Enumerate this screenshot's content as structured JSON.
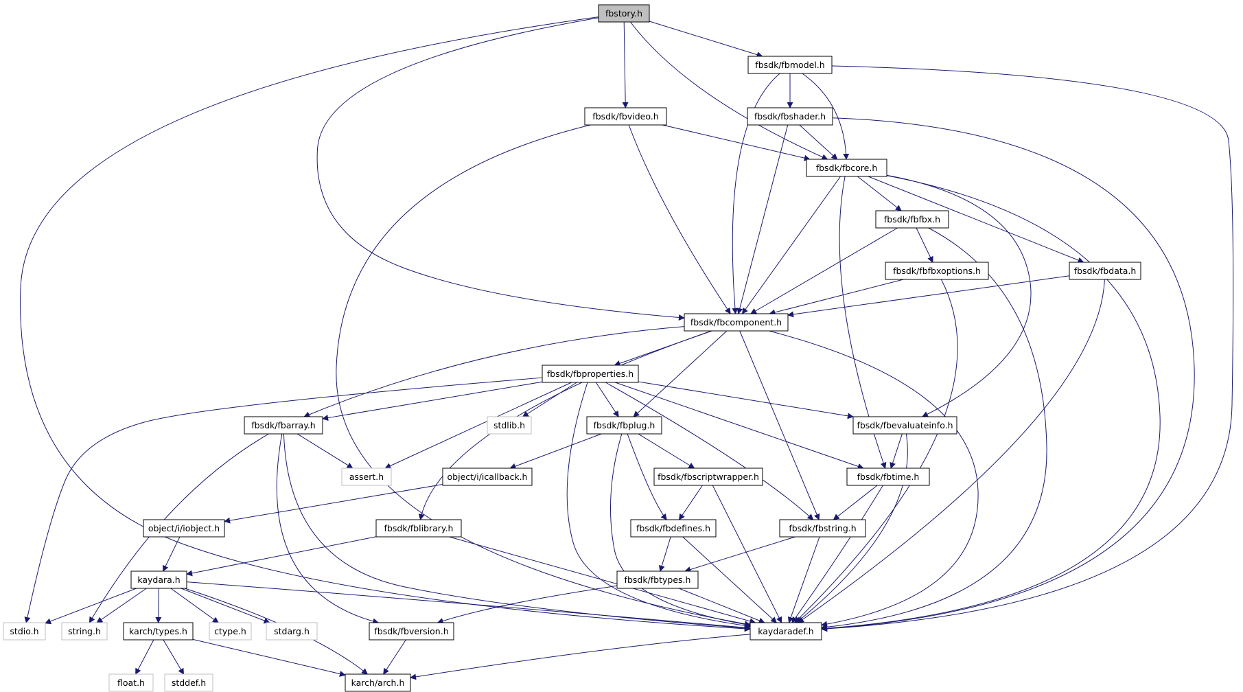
{
  "colors": {
    "edge": "#191970",
    "arrowhead": "#191970",
    "node_border": "#000000",
    "external_border": "#bfbfbf",
    "root_fill": "#bfbfbf",
    "node_fill": "#ffffff"
  },
  "nodes": [
    {
      "id": "fbstory",
      "label": "fbstory.h",
      "kind": "root"
    },
    {
      "id": "fbmodel",
      "label": "fbsdk/fbmodel.h",
      "kind": "header"
    },
    {
      "id": "fbvideo",
      "label": "fbsdk/fbvideo.h",
      "kind": "header"
    },
    {
      "id": "fbshader",
      "label": "fbsdk/fbshader.h",
      "kind": "header"
    },
    {
      "id": "fbcore",
      "label": "fbsdk/fbcore.h",
      "kind": "header"
    },
    {
      "id": "fbfbx",
      "label": "fbsdk/fbfbx.h",
      "kind": "header"
    },
    {
      "id": "fbfbxoptions",
      "label": "fbsdk/fbfbxoptions.h",
      "kind": "header"
    },
    {
      "id": "fbdata",
      "label": "fbsdk/fbdata.h",
      "kind": "header"
    },
    {
      "id": "fbcomponent",
      "label": "fbsdk/fbcomponent.h",
      "kind": "header"
    },
    {
      "id": "fbproperties",
      "label": "fbsdk/fbproperties.h",
      "kind": "header"
    },
    {
      "id": "fbarray",
      "label": "fbsdk/fbarray.h",
      "kind": "header"
    },
    {
      "id": "stdlib",
      "label": "stdlib.h",
      "kind": "external"
    },
    {
      "id": "fbplug",
      "label": "fbsdk/fbplug.h",
      "kind": "header"
    },
    {
      "id": "fbevaluateinfo",
      "label": "fbsdk/fbevaluateinfo.h",
      "kind": "header"
    },
    {
      "id": "assert",
      "label": "assert.h",
      "kind": "external"
    },
    {
      "id": "icallback",
      "label": "object/i/icallback.h",
      "kind": "header"
    },
    {
      "id": "fbscriptwrapper",
      "label": "fbsdk/fbscriptwrapper.h",
      "kind": "header"
    },
    {
      "id": "fbtime",
      "label": "fbsdk/fbtime.h",
      "kind": "header"
    },
    {
      "id": "iobject",
      "label": "object/i/iobject.h",
      "kind": "header"
    },
    {
      "id": "fblibrary",
      "label": "fbsdk/fblibrary.h",
      "kind": "header"
    },
    {
      "id": "fbdefines",
      "label": "fbsdk/fbdefines.h",
      "kind": "header"
    },
    {
      "id": "fbstring",
      "label": "fbsdk/fbstring.h",
      "kind": "header"
    },
    {
      "id": "kaydara",
      "label": "kaydara.h",
      "kind": "header"
    },
    {
      "id": "fbtypes",
      "label": "fbsdk/fbtypes.h",
      "kind": "header"
    },
    {
      "id": "stdio",
      "label": "stdio.h",
      "kind": "external"
    },
    {
      "id": "string",
      "label": "string.h",
      "kind": "external"
    },
    {
      "id": "karchtypes",
      "label": "karch/types.h",
      "kind": "header"
    },
    {
      "id": "ctype",
      "label": "ctype.h",
      "kind": "external"
    },
    {
      "id": "stdarg",
      "label": "stdarg.h",
      "kind": "external"
    },
    {
      "id": "fbversion",
      "label": "fbsdk/fbversion.h",
      "kind": "header"
    },
    {
      "id": "kaydaradef",
      "label": "kaydaradef.h",
      "kind": "header"
    },
    {
      "id": "float",
      "label": "float.h",
      "kind": "external"
    },
    {
      "id": "stddef",
      "label": "stddef.h",
      "kind": "external"
    },
    {
      "id": "karcharch",
      "label": "karch/arch.h",
      "kind": "header"
    }
  ],
  "edges": [
    [
      "fbstory",
      "fbmodel"
    ],
    [
      "fbstory",
      "fbvideo"
    ],
    [
      "fbstory",
      "fbcore"
    ],
    [
      "fbstory",
      "fbcomponent"
    ],
    [
      "fbstory",
      "kaydaradef"
    ],
    [
      "fbmodel",
      "fbshader"
    ],
    [
      "fbmodel",
      "fbcore"
    ],
    [
      "fbmodel",
      "fbcomponent"
    ],
    [
      "fbmodel",
      "kaydaradef"
    ],
    [
      "fbvideo",
      "fbcore"
    ],
    [
      "fbvideo",
      "fbcomponent"
    ],
    [
      "fbvideo",
      "kaydaradef"
    ],
    [
      "fbshader",
      "fbcore"
    ],
    [
      "fbshader",
      "fbcomponent"
    ],
    [
      "fbshader",
      "kaydaradef"
    ],
    [
      "fbcore",
      "fbfbx"
    ],
    [
      "fbcore",
      "fbdata"
    ],
    [
      "fbcore",
      "fbcomponent"
    ],
    [
      "fbcore",
      "fbevaluateinfo"
    ],
    [
      "fbcore",
      "fbtime"
    ],
    [
      "fbcore",
      "kaydaradef"
    ],
    [
      "fbfbx",
      "fbfbxoptions"
    ],
    [
      "fbfbx",
      "fbcomponent"
    ],
    [
      "fbfbx",
      "kaydaradef"
    ],
    [
      "fbfbxoptions",
      "fbcomponent"
    ],
    [
      "fbfbxoptions",
      "kaydaradef"
    ],
    [
      "fbdata",
      "fbcomponent"
    ],
    [
      "fbdata",
      "kaydaradef"
    ],
    [
      "fbcomponent",
      "fbproperties"
    ],
    [
      "fbcomponent",
      "fbarray"
    ],
    [
      "fbcomponent",
      "fbplug"
    ],
    [
      "fbcomponent",
      "fblibrary"
    ],
    [
      "fbcomponent",
      "fbstring"
    ],
    [
      "fbcomponent",
      "kaydaradef"
    ],
    [
      "fbproperties",
      "fbarray"
    ],
    [
      "fbproperties",
      "stdlib"
    ],
    [
      "fbproperties",
      "fbplug"
    ],
    [
      "fbproperties",
      "fbevaluateinfo"
    ],
    [
      "fbproperties",
      "assert"
    ],
    [
      "fbproperties",
      "stdio"
    ],
    [
      "fbproperties",
      "fbtime"
    ],
    [
      "fbproperties",
      "fbstring"
    ],
    [
      "fbproperties",
      "kaydaradef"
    ],
    [
      "fbarray",
      "assert"
    ],
    [
      "fbarray",
      "string"
    ],
    [
      "fbarray",
      "fbversion"
    ],
    [
      "fbarray",
      "kaydaradef"
    ],
    [
      "fbplug",
      "icallback"
    ],
    [
      "fbplug",
      "fbscriptwrapper"
    ],
    [
      "fbplug",
      "fbdefines"
    ],
    [
      "fbplug",
      "kaydaradef"
    ],
    [
      "fbevaluateinfo",
      "fbtime"
    ],
    [
      "fbevaluateinfo",
      "kaydaradef"
    ],
    [
      "icallback",
      "iobject"
    ],
    [
      "fbscriptwrapper",
      "fbdefines"
    ],
    [
      "fbscriptwrapper",
      "kaydaradef"
    ],
    [
      "fbtime",
      "fbstring"
    ],
    [
      "fbtime",
      "kaydaradef"
    ],
    [
      "iobject",
      "kaydara"
    ],
    [
      "fblibrary",
      "kaydara"
    ],
    [
      "fblibrary",
      "kaydaradef"
    ],
    [
      "fbdefines",
      "fbtypes"
    ],
    [
      "fbdefines",
      "kaydaradef"
    ],
    [
      "fbstring",
      "fbtypes"
    ],
    [
      "fbstring",
      "kaydaradef"
    ],
    [
      "kaydara",
      "stdio"
    ],
    [
      "kaydara",
      "string"
    ],
    [
      "kaydara",
      "karchtypes"
    ],
    [
      "kaydara",
      "ctype"
    ],
    [
      "kaydara",
      "stdarg"
    ],
    [
      "kaydara",
      "karcharch"
    ],
    [
      "kaydara",
      "kaydaradef"
    ],
    [
      "fbtypes",
      "fbversion"
    ],
    [
      "fbtypes",
      "kaydaradef"
    ],
    [
      "karchtypes",
      "float"
    ],
    [
      "karchtypes",
      "stddef"
    ],
    [
      "karchtypes",
      "karcharch"
    ],
    [
      "fbversion",
      "karcharch"
    ],
    [
      "kaydaradef",
      "karcharch"
    ]
  ]
}
